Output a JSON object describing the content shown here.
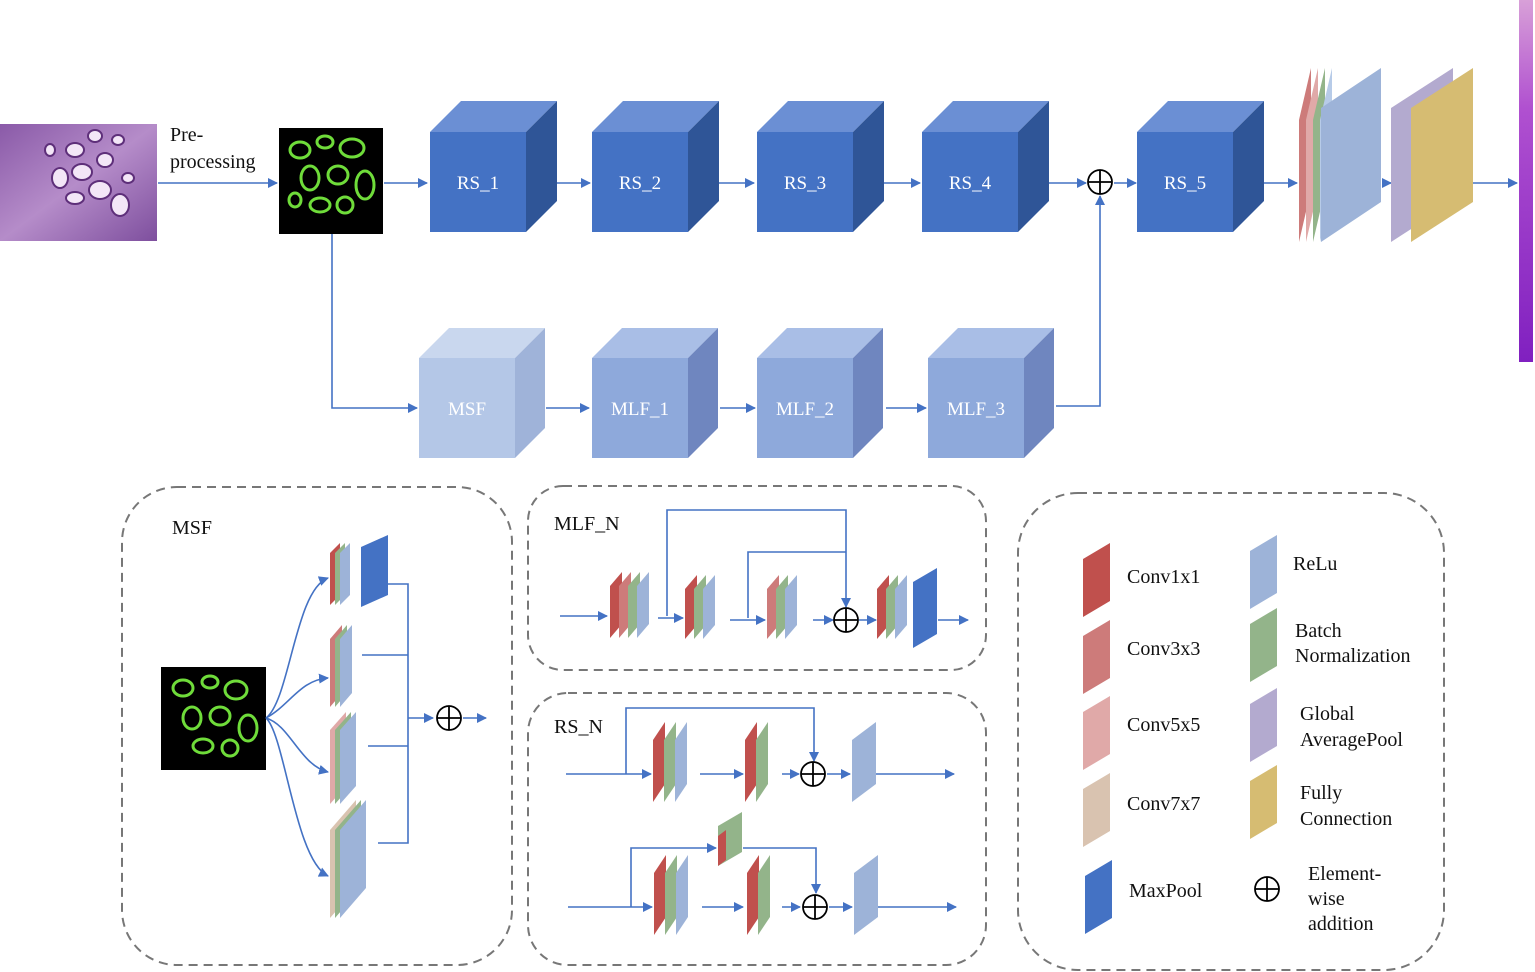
{
  "texts": {
    "preprocess_line1": "Pre-",
    "preprocess_line2": "processing",
    "msf_panel_title": "MSF",
    "mlf_panel_title": "MLF_N",
    "rs_panel_title": "RS_N"
  },
  "rs_blocks": [
    "RS_1",
    "RS_2",
    "RS_3",
    "RS_4",
    "RS_5"
  ],
  "ml_blocks": [
    "MSF",
    "MLF_1",
    "MLF_2",
    "MLF_3"
  ],
  "legend": {
    "conv1x1": "Conv1x1",
    "conv3x3": "Conv3x3",
    "conv5x5": "Conv5x5",
    "conv7x7": "Conv7x7",
    "maxpool": "MaxPool",
    "relu": "ReLu",
    "bn1": "Batch",
    "bn2": "Normalization",
    "gap1": "Global",
    "gap2": "AveragePool",
    "fc1": "Fully",
    "fc2": "Connection",
    "add1": "Element-",
    "add2": "wise",
    "add3": "addition"
  },
  "colors": {
    "rs_front": "#4472C4",
    "rs_top": "#6B8FD4",
    "rs_side": "#2F5597",
    "ml_front": "#8EA9DB",
    "ml_top": "#A9BEE6",
    "ml_side": "#6F86BF",
    "msf_front": "#B4C7E7",
    "conv1x1": "#C0504D",
    "conv3x3": "#CD7B7A",
    "conv5x5": "#E0A9A8",
    "conv7x7": "#D9C3B0",
    "maxpool": "#4472C4",
    "relu": "#9DB3D8",
    "bn": "#93B48A",
    "gap": "#B3AACF",
    "fc": "#D6BC72",
    "arrow": "#4472C4",
    "dash": "#777777"
  }
}
